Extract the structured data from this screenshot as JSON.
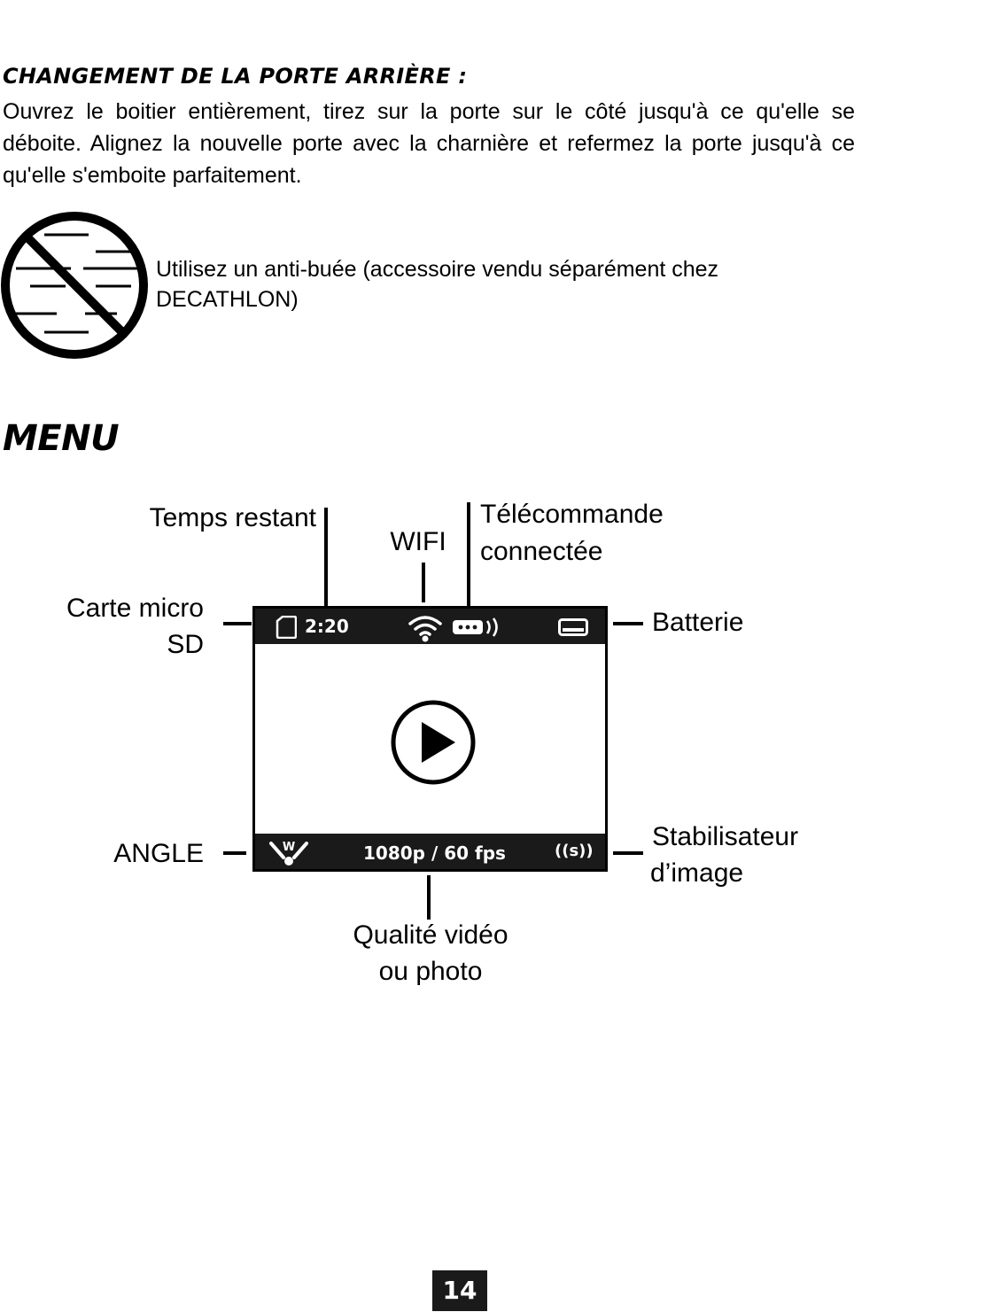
{
  "door_section": {
    "title": "CHANGEMENT DE LA PORTE ARRIÈRE :",
    "paragraph": "Ouvrez le boitier entièrement, tirez sur la porte sur le côté jusqu'à ce qu'elle se déboite. Alignez la nouvelle porte avec la charnière et refermez la porte jusqu'à ce qu'elle s'emboite parfaitement."
  },
  "antifog": {
    "icon": "no-fog-icon",
    "text": "Utilisez un anti-buée (accessoire vendu séparément chez DECATHLON)"
  },
  "menu": {
    "title": "MENU",
    "labels": {
      "time_remaining": "Temps restant",
      "wifi": "WIFI",
      "remote_line1": "Télécommande",
      "remote_line2": "connectée",
      "sd_line1": "Carte micro",
      "sd_line2": "SD",
      "battery": "Batterie",
      "angle": "ANGLE",
      "stabilizer_line1": "Stabilisateur",
      "stabilizer_line2": "d’image",
      "quality_line1": "Qualité vidéo",
      "quality_line2": "ou photo"
    },
    "screen": {
      "time": "2:20",
      "angle_mark": "W",
      "quality": "1080p / 60 fps",
      "stabilizer_mark": "((s))",
      "icons": [
        "sd-card-icon",
        "wifi-icon",
        "remote-icon",
        "battery-icon",
        "play-icon",
        "angle-icon",
        "stabilizer-icon"
      ]
    }
  },
  "page_number": "14"
}
